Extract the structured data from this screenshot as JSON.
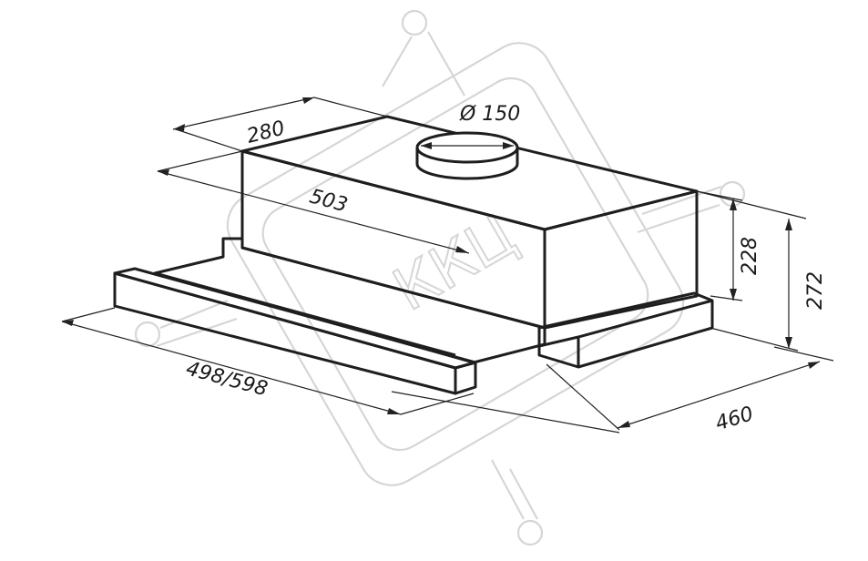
{
  "dimensions": {
    "depth_top": "280",
    "duct_diameter": "Ø 150",
    "inner_depth": "503",
    "body_height": "228",
    "total_height": "272",
    "width": "498/598",
    "overall_depth": "460"
  },
  "watermark": {
    "text": "ККЦ"
  }
}
